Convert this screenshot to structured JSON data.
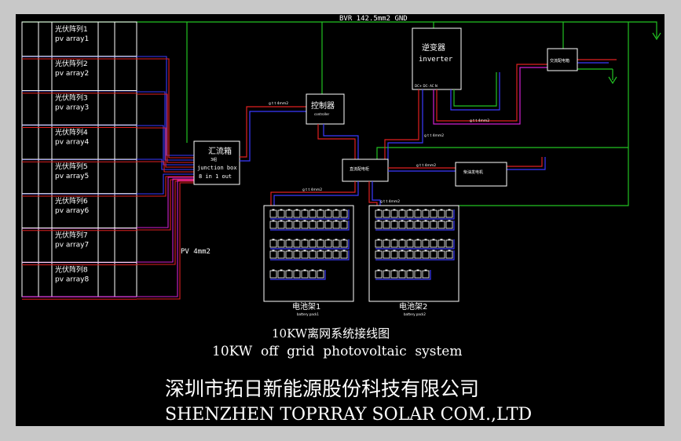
{
  "title_cn": "10KW离网系统接线图",
  "title_en": "10KW  off  grid  photovoltaic  system",
  "company_cn": "深圳市拓日新能源股份科技有限公司",
  "company_en": "SHENZHEN TOPRRAY SOLAR COM.,LTD",
  "bus_label": "BVR  142.5mm2  GND",
  "pv_cable_label": "PV  4mm2",
  "pv_arrays": [
    {
      "cn": "光伏阵列1",
      "en": "pv array1"
    },
    {
      "cn": "光伏阵列2",
      "en": "pv array2"
    },
    {
      "cn": "光伏阵列3",
      "en": "pv array3"
    },
    {
      "cn": "光伏阵列4",
      "en": "pv array4"
    },
    {
      "cn": "光伏阵列5",
      "en": "pv array5"
    },
    {
      "cn": "光伏阵列6",
      "en": "pv array6"
    },
    {
      "cn": "光伏阵列7",
      "en": "pv array7"
    },
    {
      "cn": "光伏阵列8",
      "en": "pv array8"
    }
  ],
  "junction_box": {
    "cn": "汇流箱",
    "sub": "3组",
    "en": "junction box",
    "ports": "8 in 1 out"
  },
  "controller": {
    "cn": "控制器",
    "en": "controller"
  },
  "inverter": {
    "cn": "逆变器",
    "en": "inverter"
  },
  "load_box": {
    "cn": "交流配电箱"
  },
  "dc_box": {
    "cn": "直流配电柜"
  },
  "generator": {
    "cn": "柴油发电机"
  },
  "cable_small": "g t t 4mm2",
  "battery_racks": [
    {
      "cn": "电池架1",
      "en": "battery pack1"
    },
    {
      "cn": "电池架2",
      "en": "battery pack2"
    }
  ],
  "colors": {
    "background": "#000000",
    "frame": "#c8c8c8",
    "green": "#22c222",
    "red": "#e02020",
    "blue": "#3a3aff",
    "magenta": "#d020d0",
    "white": "#ffffff"
  }
}
